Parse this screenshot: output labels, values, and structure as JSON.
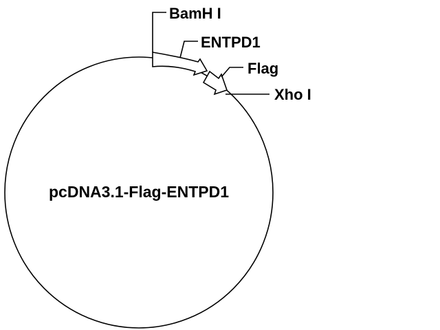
{
  "diagram": {
    "plasmid_name": "pcDNA3.1-Flag-ENTPD1",
    "labels": {
      "bamhi": "BamH I",
      "entpd1": "ENTPD1",
      "flag": "Flag",
      "xhoi": "Xho I"
    }
  },
  "colors": {
    "stroke": "#000000",
    "background": "#ffffff",
    "arrow_fill": "#ffffff"
  }
}
